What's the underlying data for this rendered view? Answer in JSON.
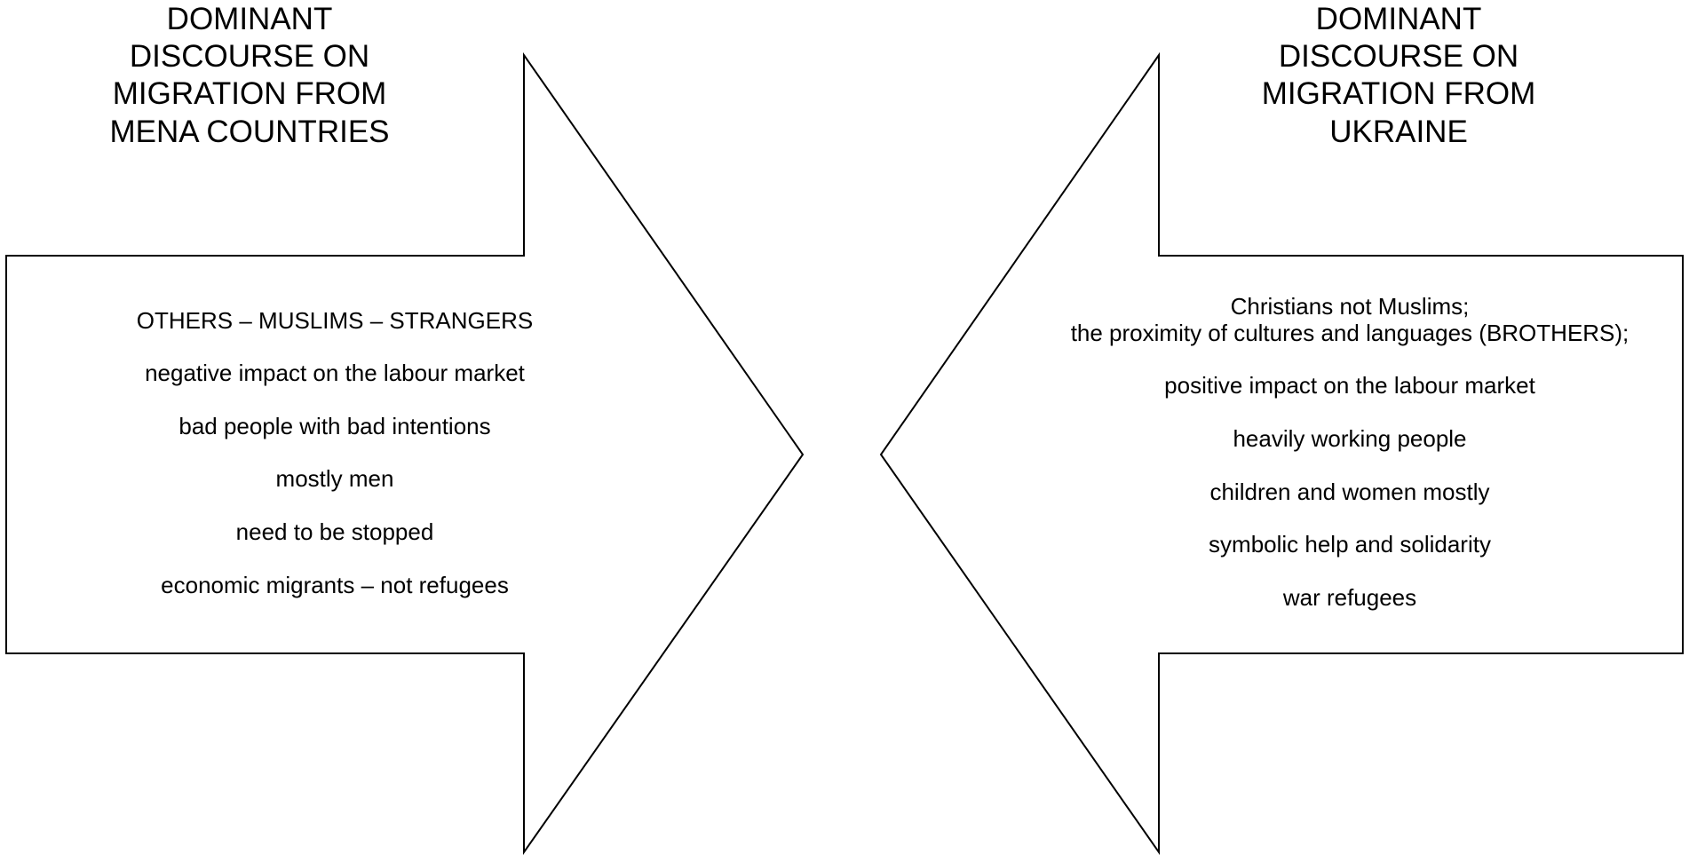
{
  "left_arrow": {
    "title_lines": [
      "DOMINANT",
      "DISCOURSE ON",
      "MIGRATION FROM",
      "MENA COUNTRIES"
    ],
    "items": [
      "OTHERS – MUSLIMS – STRANGERS",
      "negative impact on the labour market",
      "bad people with bad intentions",
      "mostly men",
      "need to be stopped",
      "economic migrants – not refugees"
    ]
  },
  "right_arrow": {
    "title_lines": [
      "DOMINANT",
      "DISCOURSE ON",
      "MIGRATION FROM",
      "UKRAINE"
    ],
    "items": [
      "Christians not Muslims;",
      "the proximity of cultures and languages (BROTHERS);",
      "positive impact on the labour market",
      "heavily working people",
      "children and women mostly",
      "symbolic help and solidarity",
      "war refugees"
    ]
  }
}
